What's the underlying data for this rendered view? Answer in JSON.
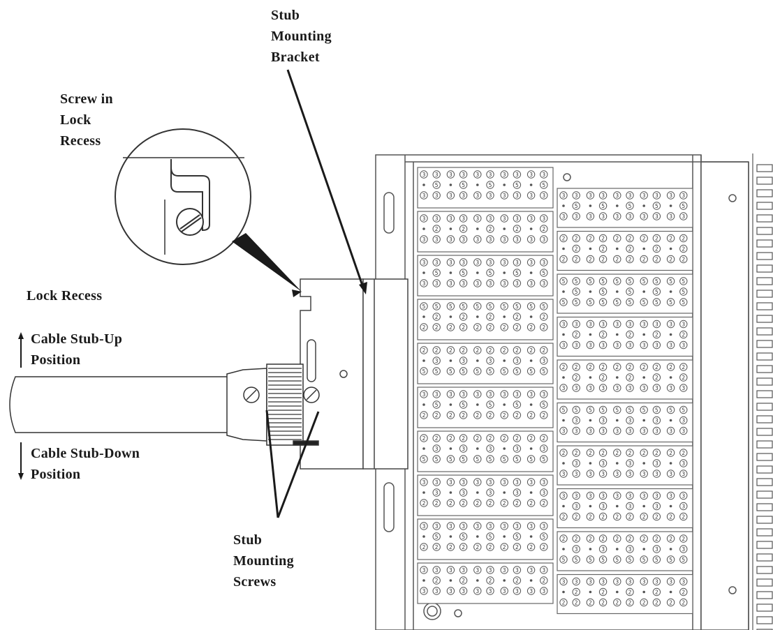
{
  "labels": {
    "stub_bracket": [
      "Stub",
      "Mounting",
      "Bracket"
    ],
    "screw_lock": [
      "Screw in",
      "Lock",
      "Recess"
    ],
    "lock_recess": "Lock Recess",
    "stub_up": [
      "Cable Stub-Up",
      "Position"
    ],
    "stub_down": [
      "Cable Stub-Down",
      "Position"
    ],
    "stub_screws": [
      "Stub",
      "Mounting",
      "Screws"
    ]
  },
  "panel": {
    "left_column_blocks": [
      {
        "rows": [
          "3",
          "5",
          "3"
        ]
      },
      {
        "rows": [
          "3",
          "2",
          "3"
        ]
      },
      {
        "rows": [
          "3",
          "5",
          "3"
        ]
      },
      {
        "rows": [
          "5",
          "2",
          "2"
        ]
      },
      {
        "rows": [
          "2",
          "3",
          "5"
        ]
      },
      {
        "rows": [
          "3",
          "5",
          "2"
        ]
      },
      {
        "rows": [
          "2",
          "3",
          "5"
        ]
      },
      {
        "rows": [
          "3",
          "3",
          "2"
        ]
      },
      {
        "rows": [
          "3",
          "5",
          "2"
        ]
      },
      {
        "rows": [
          "3",
          "2",
          "3"
        ]
      }
    ],
    "right_column_blocks": [
      {
        "rows": [
          "3",
          "5",
          "3"
        ]
      },
      {
        "rows": [
          "2",
          "2",
          "2"
        ]
      },
      {
        "rows": [
          "5",
          "5",
          "5"
        ]
      },
      {
        "rows": [
          "3",
          "2",
          "3"
        ]
      },
      {
        "rows": [
          "2",
          "2",
          "3"
        ]
      },
      {
        "rows": [
          "5",
          "3",
          "3"
        ]
      },
      {
        "rows": [
          "2",
          "3",
          "3"
        ]
      },
      {
        "rows": [
          "3",
          "3",
          "2"
        ]
      },
      {
        "rows": [
          "2",
          "3",
          "5"
        ]
      },
      {
        "rows": [
          "3",
          "2",
          "2"
        ]
      }
    ]
  },
  "colors": {
    "ink": "#1a1a1a",
    "line": "#222222",
    "panel_line": "#555555"
  }
}
